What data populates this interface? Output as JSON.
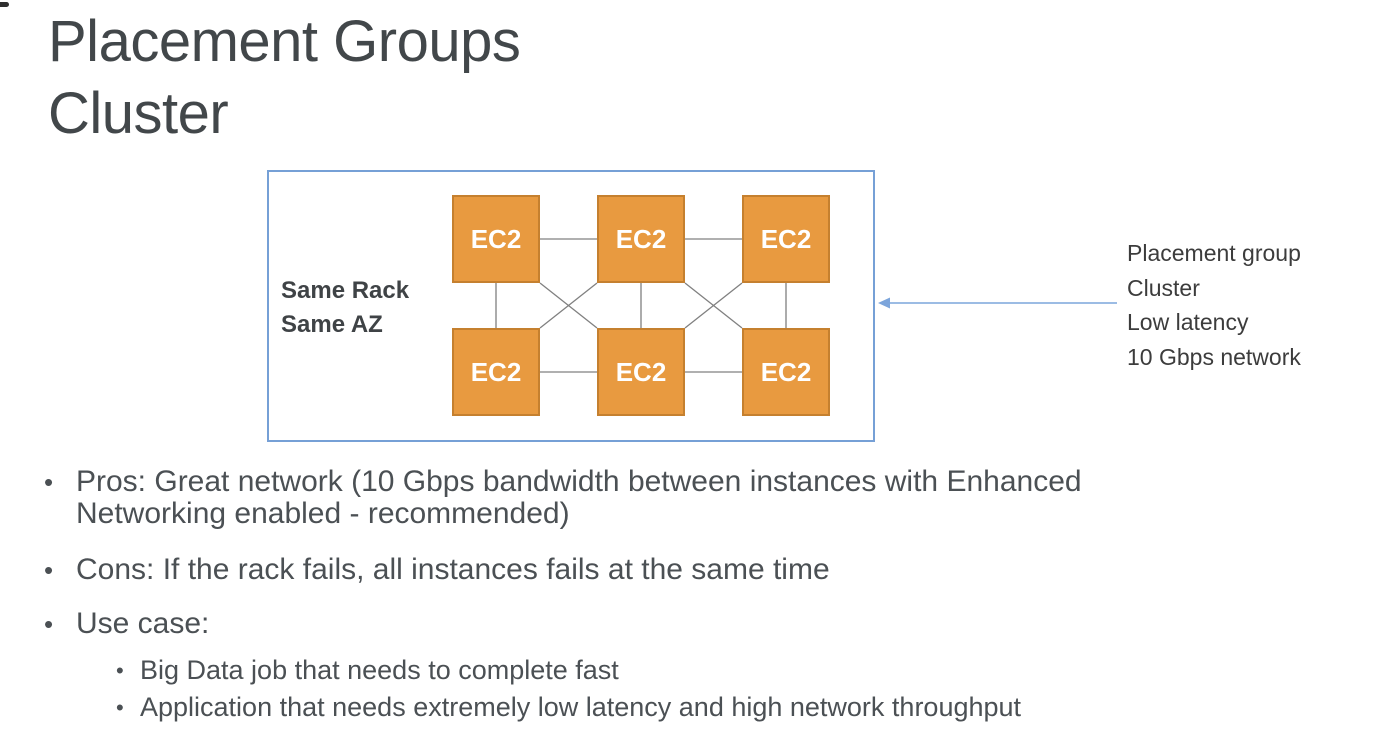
{
  "slide": {
    "title_line1": "Placement Groups",
    "title_line2": "Cluster"
  },
  "diagram": {
    "rack_label_line1": "Same Rack",
    "rack_label_line2": "Same AZ",
    "nodes": [
      "EC2",
      "EC2",
      "EC2",
      "EC2",
      "EC2",
      "EC2"
    ]
  },
  "annotation": {
    "lines": [
      "Placement group",
      "Cluster",
      "Low latency",
      "10 Gbps network"
    ]
  },
  "bullets": [
    {
      "text": "Pros: Great network (10 Gbps bandwidth between instances with Enhanced Networking enabled - recommended)"
    },
    {
      "text": "Cons: If the rack fails, all instances fails at the same time"
    },
    {
      "text": "Use case:",
      "sub": [
        "Big Data job that needs to complete fast",
        "Application that needs extremely low latency and high network throughput"
      ]
    }
  ],
  "bullet_glyph": "•",
  "colors": {
    "node_fill": "#e89a40",
    "node_border": "#c5802f",
    "frame_border": "#76a0d6",
    "connector": "#808080",
    "arrow": "#7ca5db",
    "title_text": "#42474a",
    "body_text": "#4b5054"
  }
}
